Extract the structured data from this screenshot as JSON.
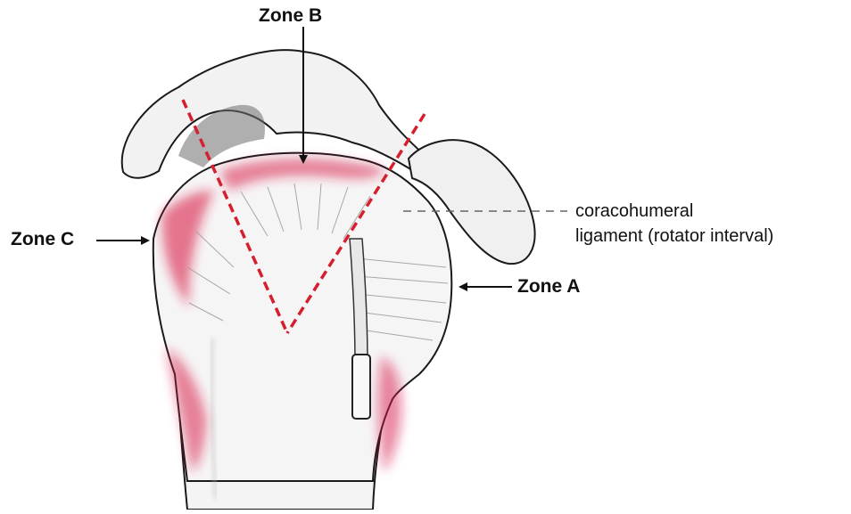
{
  "labels": {
    "zone_b": "Zone B",
    "zone_c": "Zone C",
    "zone_a": "Zone A",
    "ligament_line1": "coracohumeral",
    "ligament_line2": "ligament (rotator interval)"
  },
  "colors": {
    "highlight": "#d81b4a",
    "dashed_line": "#d41f2e",
    "ink": "#1a1a1a",
    "bone_fill": "#f3f2f2"
  }
}
